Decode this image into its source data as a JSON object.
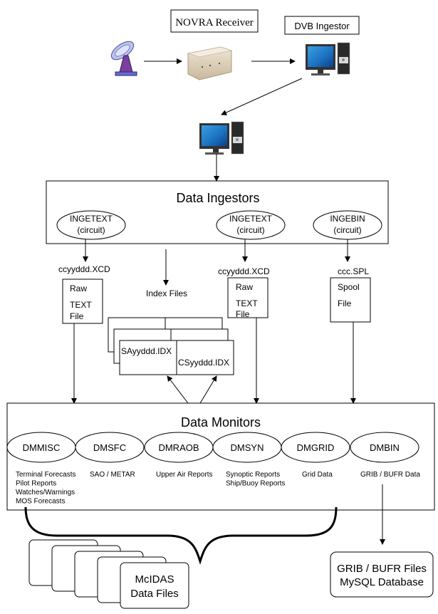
{
  "top": {
    "receiver_label": "NOVRA Receiver",
    "ingestor_label": "DVB Ingestor"
  },
  "icons": {
    "satellite_dish": "satellite-dish-icon",
    "receiver": "receiver-device-icon",
    "dvb_computer": "computer-icon",
    "ingest_computer": "computer-icon"
  },
  "ingestors": {
    "title": "Data Ingestors",
    "processes": [
      {
        "name": "INGETEXT",
        "sub": "(circuit)"
      },
      {
        "name": "INGETEXT",
        "sub": "(circuit)"
      },
      {
        "name": "INGEBIN",
        "sub": "(circuit)"
      }
    ]
  },
  "files": {
    "left_name": "ccyyddd.XCD",
    "left_lines": [
      "Raw",
      "TEXT",
      "File"
    ],
    "index_label": "Index Files",
    "index_sa": "SAyyddd.IDX",
    "index_cs": "CSyyddd.IDX",
    "mid_name": "ccyyddd.XCD",
    "mid_lines": [
      "Raw",
      "TEXT",
      "File"
    ],
    "spool_name": "ccc.SPL",
    "spool_lines": [
      "Spool",
      "File"
    ]
  },
  "monitors": {
    "title": "Data Monitors",
    "processes": [
      {
        "name": "DMMISC",
        "desc": [
          "Terminal Forecasts",
          "Pilot Reports",
          "Watches/Warnings",
          "MOS Forecasts"
        ]
      },
      {
        "name": "DMSFC",
        "desc": [
          "SAO / METAR"
        ]
      },
      {
        "name": "DMRAOB",
        "desc": [
          "Upper Air Reports"
        ]
      },
      {
        "name": "DMSYN",
        "desc": [
          "Synoptic Reports",
          "Ship/Buoy Reports"
        ]
      },
      {
        "name": "DMGRID",
        "desc": [
          "Grid Data"
        ]
      },
      {
        "name": "DMBIN",
        "desc": [
          "GRIB / BUFR Data"
        ]
      }
    ]
  },
  "outputs": {
    "mcidas": [
      "McIDAS",
      "Data Files"
    ],
    "grib": [
      "GRIB / BUFR Files",
      "MySQL Database"
    ]
  }
}
